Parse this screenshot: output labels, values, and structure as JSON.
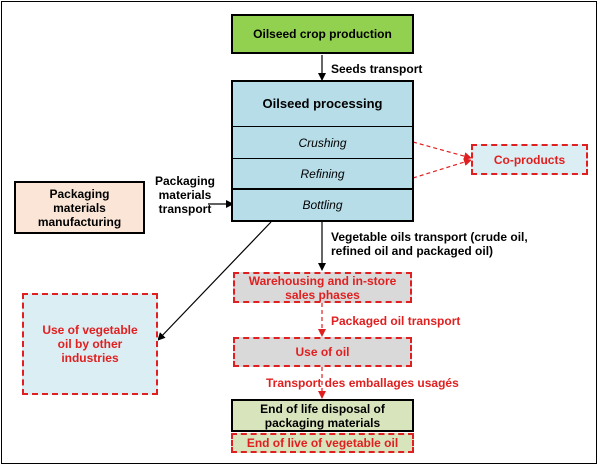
{
  "nodes": {
    "oilseed_crop_production": "Oilseed crop production",
    "oilseed_processing": "Oilseed processing",
    "crushing": "Crushing",
    "refining": "Refining",
    "bottling": "Bottling",
    "co_products": "Co-products",
    "packaging_manufacturing": "Packaging materials manufacturing",
    "warehousing": "Warehousing and in-store sales phases",
    "use_of_oil": "Use of oil",
    "use_by_other_industries": "Use of vegetable oil by other industries",
    "end_of_life_packaging": "End of life  disposal of packaging materials",
    "end_of_life_oil": "End of live of vegetable oil"
  },
  "edges": {
    "seeds_transport": "Seeds transport",
    "packaging_transport": "Packaging materials transport",
    "vegetable_oils_transport": "Vegetable oils transport (crude oil, refined oil and packaged oil)",
    "packaged_oil_transport": "Packaged oil transport",
    "transport_emballages": "Transport des emballages usagés"
  },
  "colors": {
    "green": "#92d050",
    "light_blue": "#b7dde8",
    "peach": "#fbe5d6",
    "grey": "#d9d9d9",
    "pale_green": "#d8e4bc",
    "red": "#e02020"
  }
}
